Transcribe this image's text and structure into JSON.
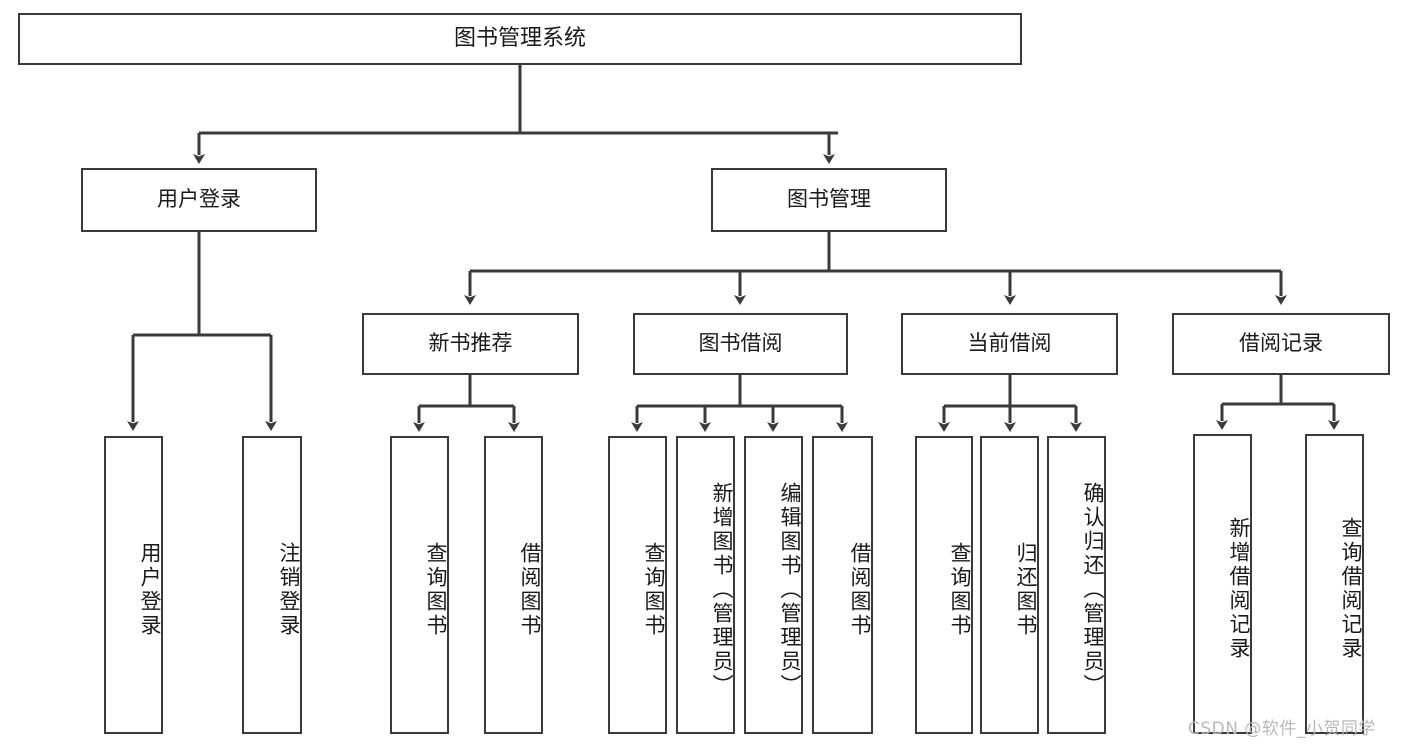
{
  "diagram": {
    "title": "图书管理系统",
    "type": "tree-hierarchy",
    "watermark": "CSDN @软件_小贺同学",
    "colors": {
      "stroke": "#3a3a3a",
      "fill": "#ffffff",
      "text": "#1a1a1a",
      "watermark": "#b9b9b9"
    },
    "nodes": {
      "root": {
        "label": "图书管理系统"
      },
      "level2": [
        {
          "label": "用户登录"
        },
        {
          "label": "图书管理"
        }
      ],
      "level3": [
        {
          "label": "新书推荐"
        },
        {
          "label": "图书借阅"
        },
        {
          "label": "当前借阅"
        },
        {
          "label": "借阅记录"
        }
      ],
      "leaves": {
        "user_login": [
          {
            "label": "用户登录"
          },
          {
            "label": "注销登录"
          }
        ],
        "new_book_recommend": [
          {
            "label": "查询图书"
          },
          {
            "label": "借阅图书"
          }
        ],
        "book_borrow": [
          {
            "label": "查询图书"
          },
          {
            "label": "新增图书（管理员）"
          },
          {
            "label": "编辑图书（管理员）"
          },
          {
            "label": "借阅图书"
          }
        ],
        "current_borrow": [
          {
            "label": "查询图书"
          },
          {
            "label": "归还图书"
          },
          {
            "label": "确认归还（管理员）"
          }
        ],
        "borrow_record": [
          {
            "label": "新增借阅记录"
          },
          {
            "label": "查询借阅记录"
          }
        ]
      }
    }
  }
}
